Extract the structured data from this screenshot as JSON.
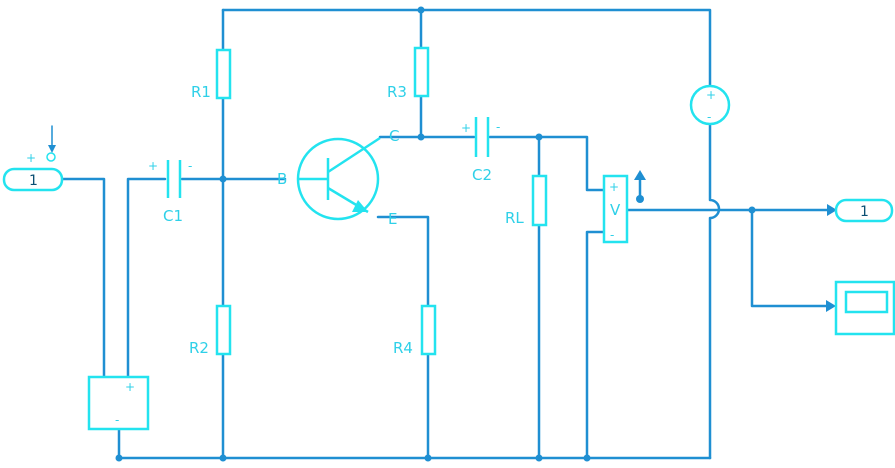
{
  "colors": {
    "wire": "#1f8fd2",
    "component": "#23e3ef",
    "label": "#2ed0e8"
  },
  "labels": {
    "r1": "R1",
    "r2": "R2",
    "r3": "R3",
    "r4": "R4",
    "rl": "RL",
    "c1": "C1",
    "c2": "C2",
    "base": "B",
    "collector": "C",
    "emitter": "E",
    "voltmeter": "V",
    "plus": "+",
    "minus": "-",
    "in_port": "1",
    "out_port": "1"
  },
  "icons": [
    "input-port-icon",
    "output-port-icon",
    "scope-icon",
    "dc-source-icon",
    "voltage-sensor-icon",
    "ground-arrow-icon",
    "npn-transistor-icon"
  ]
}
